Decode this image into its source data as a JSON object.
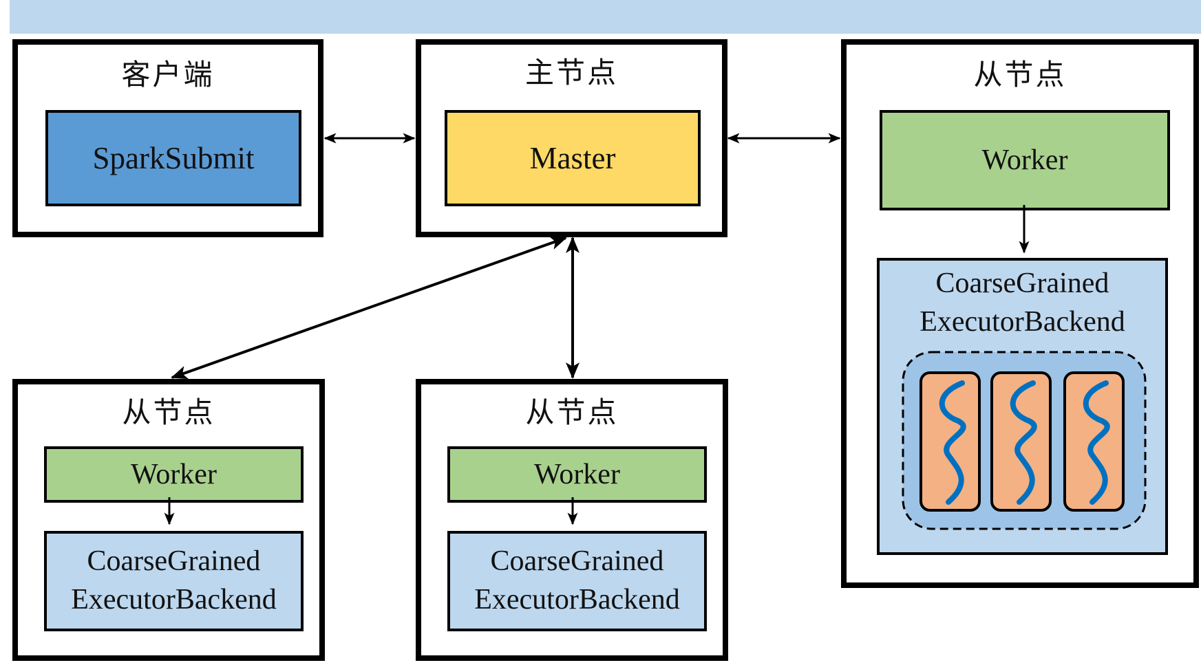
{
  "client": {
    "title": "客户端",
    "component": "SparkSubmit"
  },
  "master": {
    "title": "主节点",
    "component": "Master"
  },
  "slave_right": {
    "title": "从节点",
    "worker": "Worker",
    "executor_line1": "CoarseGrained",
    "executor_line2": "ExecutorBackend",
    "thread_icon": "wavy-thread-icon"
  },
  "slave_left": {
    "title": "从节点",
    "worker": "Worker",
    "executor_line1": "CoarseGrained",
    "executor_line2": "ExecutorBackend"
  },
  "slave_middle": {
    "title": "从节点",
    "worker": "Worker",
    "executor_line1": "CoarseGrained",
    "executor_line2": "ExecutorBackend"
  },
  "colors": {
    "header_band": "#bdd7ee",
    "spark_submit": "#5b9bd5",
    "master": "#ffd966",
    "worker": "#a9d18e",
    "executor": "#bdd7ee",
    "thread": "#f4b183",
    "thread_wave": "#0070c0"
  }
}
